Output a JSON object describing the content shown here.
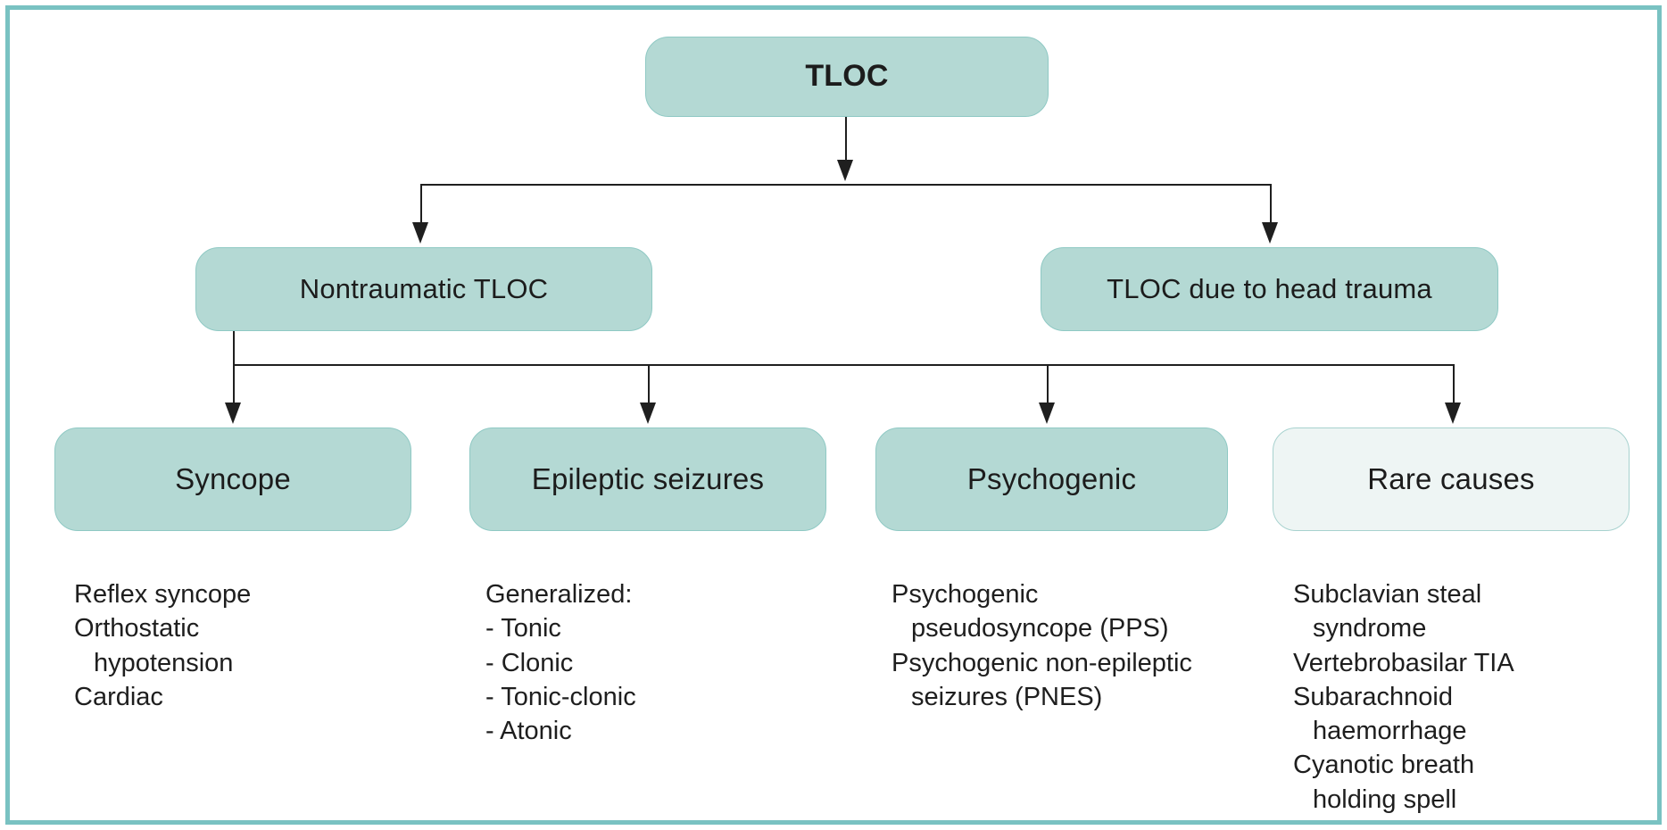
{
  "diagram": {
    "title": "TLOC classification flowchart",
    "colors": {
      "node_fill": "#b4d9d4",
      "node_fill_light": "#eef5f4",
      "node_border": "#8fc9c4",
      "frame_border": "#79c2c2",
      "connector": "#1f1f1f",
      "text": "#1c1c1c"
    },
    "root": {
      "label": "TLOC"
    },
    "level2": [
      {
        "label": "Nontraumatic TLOC"
      },
      {
        "label": "TLOC due to head trauma"
      }
    ],
    "level3": [
      {
        "label": "Syncope"
      },
      {
        "label": "Epileptic seizures"
      },
      {
        "label": "Psychogenic"
      },
      {
        "label": "Rare causes"
      }
    ],
    "details": {
      "syncope": [
        {
          "text": "Reflex syncope",
          "indent": false
        },
        {
          "text": "Orthostatic",
          "indent": false
        },
        {
          "text": "hypotension",
          "indent": true
        },
        {
          "text": "Cardiac",
          "indent": false
        }
      ],
      "epileptic": [
        {
          "text": "Generalized:",
          "indent": false
        },
        {
          "text": "- Tonic",
          "indent": false
        },
        {
          "text": "- Clonic",
          "indent": false
        },
        {
          "text": "- Tonic-clonic",
          "indent": false
        },
        {
          "text": "- Atonic",
          "indent": false
        }
      ],
      "psychogenic": [
        {
          "text": "Psychogenic",
          "indent": false
        },
        {
          "text": "pseudosyncope (PPS)",
          "indent": true
        },
        {
          "text": "Psychogenic non-epileptic",
          "indent": false
        },
        {
          "text": "seizures (PNES)",
          "indent": true
        }
      ],
      "rare": [
        {
          "text": "Subclavian steal",
          "indent": false
        },
        {
          "text": "syndrome",
          "indent": true
        },
        {
          "text": "Vertebrobasilar TIA",
          "indent": false
        },
        {
          "text": "Subarachnoid",
          "indent": false
        },
        {
          "text": "haemorrhage",
          "indent": true
        },
        {
          "text": "Cyanotic breath",
          "indent": false
        },
        {
          "text": "holding spell",
          "indent": true
        }
      ]
    }
  }
}
